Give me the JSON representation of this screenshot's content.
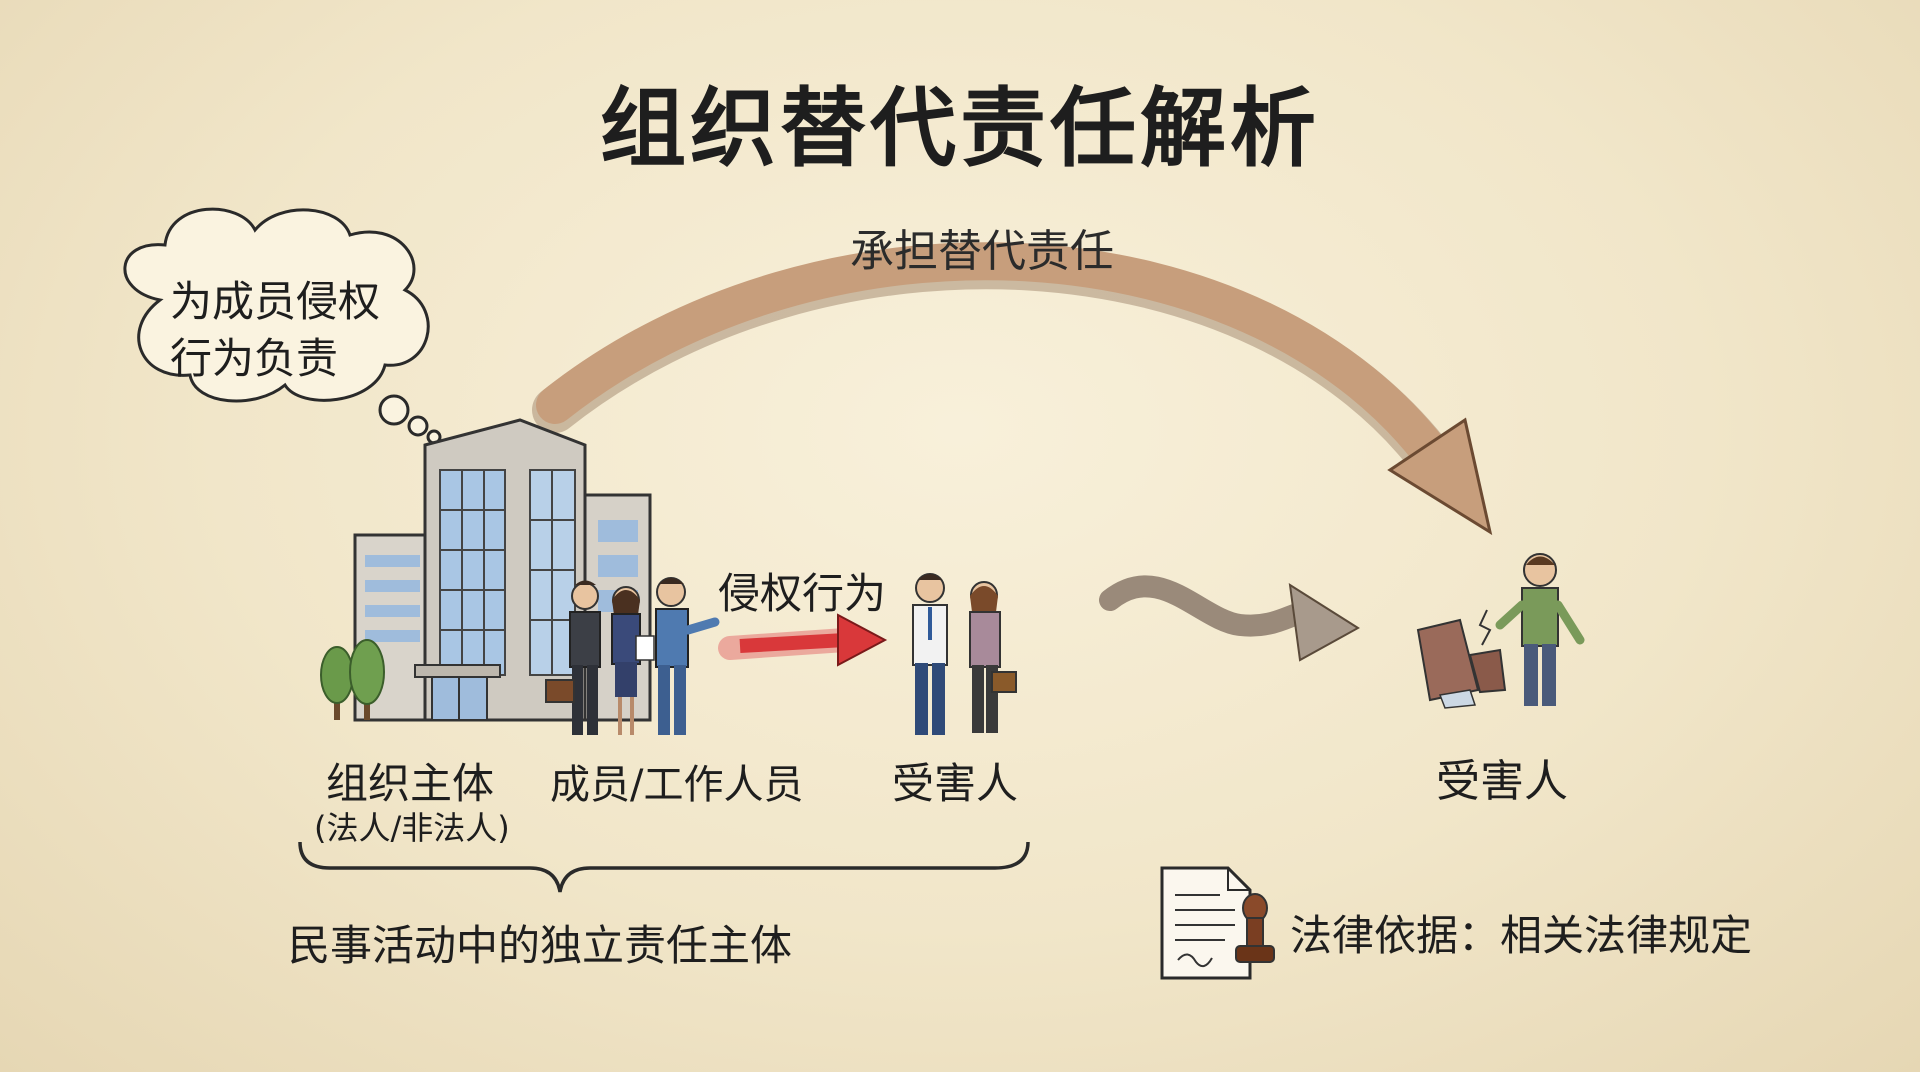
{
  "title": "组织替代责任解析",
  "arc_label": "承担替代责任",
  "thought_bubble": {
    "line1": "为成员侵权",
    "line2": "行为负责"
  },
  "tort_label": "侵权行为",
  "organization": {
    "label": "组织主体",
    "sublabel": "(法人/非法人)"
  },
  "members_label": "成员/工作人员",
  "victim_label_1": "受害人",
  "victim_label_2": "受害人",
  "brace_label": "民事活动中的独立责任主体",
  "legal_basis": "法律依据：相关法律规定",
  "colors": {
    "background": "#f3e9cf",
    "arc_arrow": "#b98f6e",
    "tort_arrow": "#d9383a",
    "wavy_arrow": "#9a8a7a",
    "building_glass": "#a9c6e4",
    "tree": "#6a9a4a"
  }
}
